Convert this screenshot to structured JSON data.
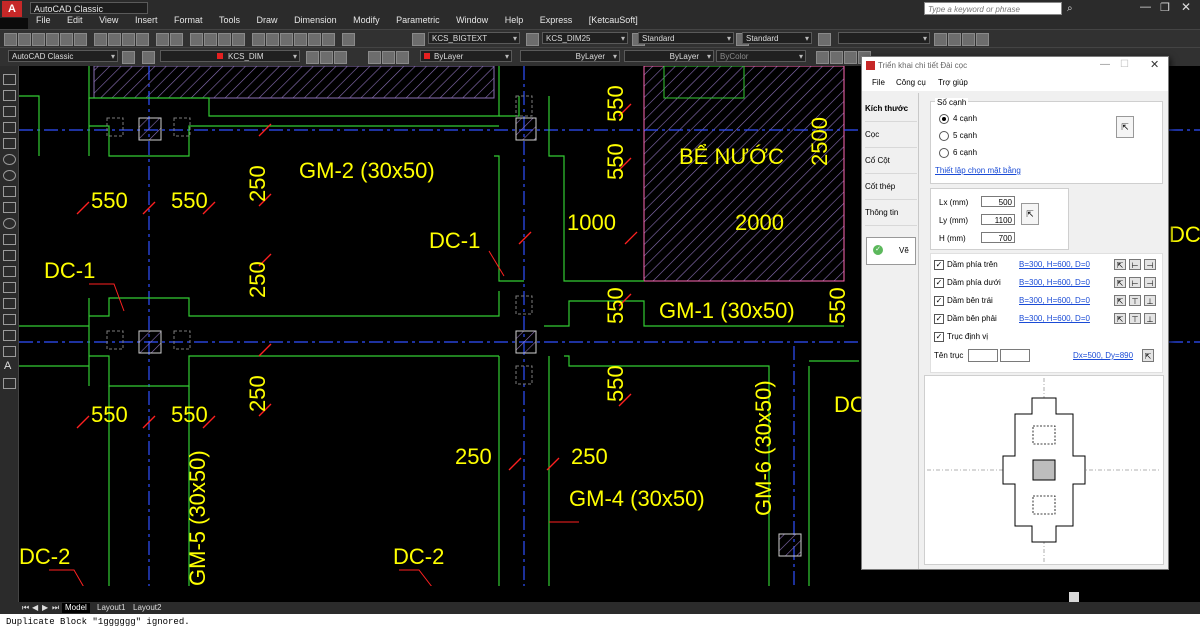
{
  "app": {
    "workspace_title": "AutoCAD Classic",
    "search_placeholder": "Type a keyword or phrase"
  },
  "menu": [
    "File",
    "Edit",
    "View",
    "Insert",
    "Format",
    "Tools",
    "Draw",
    "Dimension",
    "Modify",
    "Parametric",
    "Window",
    "Help",
    "Express",
    "[KetcauSoft]"
  ],
  "toolbar": {
    "text_style": "KCS_BIGTEXT",
    "dim_style": "KCS_DIM25",
    "table_style": "Standard",
    "multileader_style": "Standard",
    "workspace": "AutoCAD Classic",
    "layer": "KCS_DIM",
    "color": "ByLayer",
    "linetype": "ByLayer",
    "lineweight": "ByLayer",
    "plotstyle": "ByColor"
  },
  "layout_tabs": [
    "Model",
    "Layout1",
    "Layout2"
  ],
  "command_line": "Duplicate Block \"1gggggg\" ignored.",
  "drawing": {
    "labels": {
      "gm2": "GM-2 (30x50)",
      "gm1": "GM-1 (30x50)",
      "gm4": "GM-4 (30x50)",
      "gm5": "GM-5 (30x50)",
      "gm6": "GM-6 (30x50)",
      "dc1a": "DC-1",
      "dc1b": "DC-1",
      "dc2a": "DC-2",
      "dc2b": "DC-2",
      "dc_right": "DC-",
      "dc_right2": "DC",
      "tank": "BỂ NƯỚC",
      "d550": "550",
      "d250": "250",
      "d1000": "1000",
      "d2000": "2000",
      "d2500": "2500"
    }
  },
  "dialog": {
    "title": "Triển khai chi tiết Đài cọc",
    "menu": [
      "File",
      "Công cụ",
      "Trợ giúp"
    ],
    "side_tabs": [
      "Kích thước",
      "Cọc",
      "Cổ Cột",
      "Cốt thép",
      "Thông tin"
    ],
    "draw_button": "Vẽ",
    "edges_group": "Số cạnh",
    "edges_options": [
      "4 cạnh",
      "5 cạnh",
      "6 cạnh"
    ],
    "edges_selected": "4 cạnh",
    "setup_link": "Thiết lập chọn mặt bằng",
    "dims": [
      {
        "label": "Lx (mm)",
        "value": "500"
      },
      {
        "label": "Ly (mm)",
        "value": "1100"
      },
      {
        "label": "H (mm)",
        "value": "700"
      }
    ],
    "beams": [
      {
        "label": "Dầm phía trên",
        "value": "B=300, H=600, D=0"
      },
      {
        "label": "Dầm phía dưới",
        "value": "B=300, H=600, D=0"
      },
      {
        "label": "Dầm bên trái",
        "value": "B=300, H=600, D=0"
      },
      {
        "label": "Dầm bên phải",
        "value": "B=300, H=600, D=0"
      }
    ],
    "axis_check": "Trục định vị",
    "axis_name_label": "Tên trục",
    "axis_offset": "Dx=500, Dy=890"
  },
  "colors": {
    "cad_bg": "#000000",
    "dim_yellow": "#ffff00",
    "dim_red": "#ff2020",
    "line_green": "#33cc33",
    "axis_blue": "#3050ff",
    "hatch_purple": "#8a6fb5"
  }
}
